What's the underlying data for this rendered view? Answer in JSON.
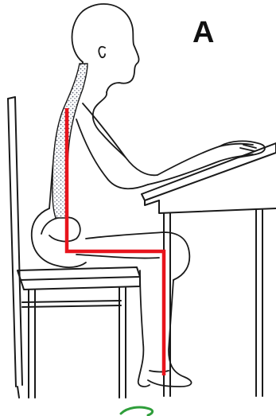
{
  "figure": {
    "panel_label": "A"
  },
  "colors": {
    "ink": "#1a1a1a",
    "posture_line": "#e8141c",
    "spine_fill": "#c9cdd8",
    "ok_mark": "#2e9e3a",
    "background": "#ffffff"
  },
  "icons": {
    "posture_guide": "red-right-angle-guide",
    "spine": "stippled-spine",
    "ok_mark": "green-check-mark"
  }
}
